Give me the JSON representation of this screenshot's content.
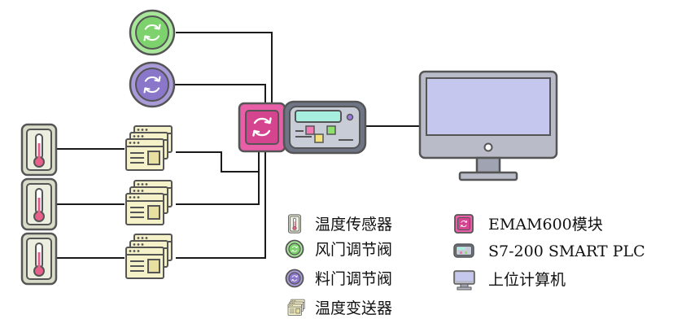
{
  "colors": {
    "outline": "#555555",
    "wire": "#1a1a1a",
    "sensor_fill": "#d9dcc8",
    "damper_air": "#a8e69a",
    "damper_material": "#a99ad8",
    "module": "#e85fa8",
    "plc_body": "#6f7585",
    "plc_panel": "#c8ccd6",
    "monitor_screen": "#c5c7ef",
    "monitor_frame": "#b9bcc8",
    "transmitter": "#f5f1c8"
  },
  "legend": [
    {
      "icon": "thermometer-icon",
      "label": "温度传感器"
    },
    {
      "icon": "air-damper-icon",
      "label": "风门调节阀"
    },
    {
      "icon": "material-damper-icon",
      "label": "料门调节阀"
    },
    {
      "icon": "transmitter-icon",
      "label": "温度变送器"
    },
    {
      "icon": "module-icon",
      "label": "EMAM600模块"
    },
    {
      "icon": "plc-icon",
      "label": "S7-200 SMART PLC"
    },
    {
      "icon": "computer-icon",
      "label": "上位计算机"
    }
  ]
}
